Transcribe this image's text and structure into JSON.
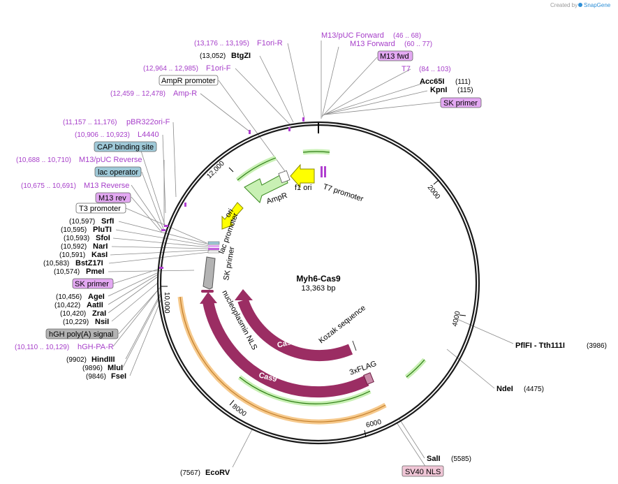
{
  "watermark": {
    "created_by": "Created by",
    "brand": "SnapGene"
  },
  "plasmid": {
    "name": "Myh6-Cas9",
    "length": "13,363 bp"
  },
  "ticks": [
    {
      "label": "2000"
    },
    {
      "label": "4000"
    },
    {
      "label": "6000"
    },
    {
      "label": "8000"
    },
    {
      "label": "10,000"
    },
    {
      "label": "12,000"
    }
  ],
  "features": {
    "cas9_inner": "Cas9",
    "cas9_outer": "Cas9",
    "kozak": "Kozak sequence",
    "flag": "3xFLAG",
    "nls": "nucleoplasmin NLS",
    "ampr": "AmpR",
    "f1ori": "f1 ori",
    "t7_promoter": "T7 promoter",
    "ori": "ori",
    "lac_promoter": "lac promoter",
    "sk_primer": "SK primer"
  },
  "right_labels": [
    {
      "pos": "(46 .. 68)",
      "name": "M13/pUC Forward",
      "type": "primer"
    },
    {
      "pos": "(60 .. 77)",
      "name": "M13 Forward",
      "type": "primer"
    },
    {
      "pos": "",
      "name": "M13 fwd",
      "type": "primer_box"
    },
    {
      "pos": "(84 .. 103)",
      "name": "T7",
      "type": "primer"
    },
    {
      "pos": "(111)",
      "name": "Acc65I",
      "type": "site"
    },
    {
      "pos": "(115)",
      "name": "KpnI",
      "type": "site"
    },
    {
      "pos": "",
      "name": "SK primer",
      "type": "primer_box"
    },
    {
      "pos": "(3986)",
      "name": "PflFI - Tth111I",
      "type": "site"
    },
    {
      "pos": "(4475)",
      "name": "NdeI",
      "type": "site"
    },
    {
      "pos": "(5585)",
      "name": "SalI",
      "type": "site"
    },
    {
      "pos": "",
      "name": "SV40 NLS",
      "type": "feature_box"
    },
    {
      "pos": "(7567)",
      "name": "EcoRV",
      "type": "site"
    }
  ],
  "left_labels": [
    {
      "pos": "(13,176 .. 13,195)",
      "name": "F1ori-R",
      "type": "primer"
    },
    {
      "pos": "(13,052)",
      "name": "BtgZI",
      "type": "site"
    },
    {
      "pos": "",
      "name": "AmpR promoter",
      "type": "white_box"
    },
    {
      "pos": "(12,964 .. 12,985)",
      "name": "F1ori-F",
      "type": "primer"
    },
    {
      "pos": "(12,459 .. 12,478)",
      "name": "Amp-R",
      "type": "primer"
    },
    {
      "pos": "(11,157 .. 11,176)",
      "name": "pBR322ori-F",
      "type": "primer"
    },
    {
      "pos": "(10,906 .. 10,923)",
      "name": "L4440",
      "type": "primer"
    },
    {
      "pos": "",
      "name": "CAP binding site",
      "type": "teal_box"
    },
    {
      "pos": "(10,688 .. 10,710)",
      "name": "M13/pUC Reverse",
      "type": "primer"
    },
    {
      "pos": "",
      "name": "lac operator",
      "type": "teal_box"
    },
    {
      "pos": "(10,675 .. 10,691)",
      "name": "M13 Reverse",
      "type": "primer"
    },
    {
      "pos": "",
      "name": "M13 rev",
      "type": "primer_box"
    },
    {
      "pos": "",
      "name": "T3 promoter",
      "type": "white_box"
    },
    {
      "pos": "(10,597)",
      "name": "SrfI",
      "type": "site"
    },
    {
      "pos": "(10,595)",
      "name": "PluTI",
      "type": "site"
    },
    {
      "pos": "(10,593)",
      "name": "SfoI",
      "type": "site"
    },
    {
      "pos": "(10,592)",
      "name": "NarI",
      "type": "site"
    },
    {
      "pos": "(10,591)",
      "name": "KasI",
      "type": "site"
    },
    {
      "pos": "(10,583)",
      "name": "BstZ17I",
      "type": "site"
    },
    {
      "pos": "(10,574)",
      "name": "PmeI",
      "type": "site"
    },
    {
      "pos": "",
      "name": "SK primer",
      "type": "primer_box"
    },
    {
      "pos": "(10,456)",
      "name": "AgeI",
      "type": "site"
    },
    {
      "pos": "(10,422)",
      "name": "AatII",
      "type": "site"
    },
    {
      "pos": "(10,420)",
      "name": "ZraI",
      "type": "site"
    },
    {
      "pos": "(10,229)",
      "name": "NsiI",
      "type": "site"
    },
    {
      "pos": "",
      "name": "hGH poly(A) signal",
      "type": "gray_box"
    },
    {
      "pos": "(10,110 .. 10,129)",
      "name": "hGH-PA-R",
      "type": "primer"
    },
    {
      "pos": "(9902)",
      "name": "HindIII",
      "type": "site"
    },
    {
      "pos": "(9896)",
      "name": "MluI",
      "type": "site"
    },
    {
      "pos": "(9846)",
      "name": "FseI",
      "type": "site"
    }
  ],
  "colors": {
    "primer_text": "#a63ec9",
    "primer_box": "#e3a8f2",
    "teal_box": "#9fc9d8",
    "gray_box": "#b3b3b3",
    "sv40_box": "#f0c6d6",
    "cas9": "#9b2d63",
    "green_arrow": "#c8f0b4",
    "yellow_arrow": "#ffff00",
    "orange_band": "#f6c98c",
    "backbone": "#1a1a1a"
  }
}
